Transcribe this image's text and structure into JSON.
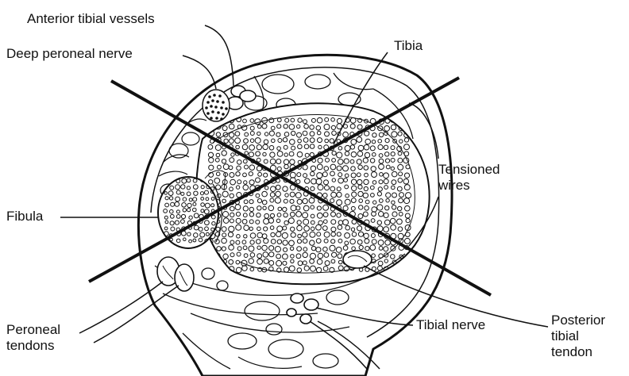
{
  "labels": {
    "anterior_tibial_vessels": "Anterior tibial vessels",
    "deep_peroneal_nerve": "Deep peroneal nerve",
    "tibia": "Tibia",
    "tensioned_wires": [
      "Tensioned",
      "wires"
    ],
    "fibula": "Fibula",
    "peroneal_tendons": [
      "Peroneal",
      "tendons"
    ],
    "tibial_nerve": "Tibial nerve",
    "posterior_tibial_tendon": [
      "Posterior",
      "tibial",
      "tendon"
    ]
  },
  "colors": {
    "ink": "#111111",
    "background": "#ffffff"
  }
}
